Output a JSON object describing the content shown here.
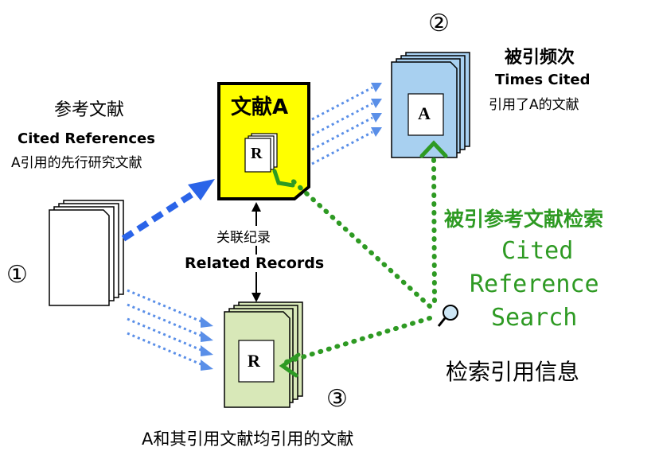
{
  "markers": {
    "one": "①",
    "two": "②",
    "three": "③"
  },
  "cited_refs": {
    "title": "参考文献",
    "english": "Cited References",
    "desc": "A引用的先行研究文献"
  },
  "doc_a": {
    "title": "文献A",
    "inner_letter": "R"
  },
  "times_cited": {
    "title": "被引频次",
    "english": "Times Cited",
    "desc": "引用了A的文献",
    "inner_letter": "A"
  },
  "related": {
    "chinese": "关联纪录",
    "english": "Related Records",
    "inner_letter": "R",
    "caption": "A和其引用文献均引用的文献"
  },
  "search": {
    "chinese": "被引参考文献检索",
    "english_line1": "Cited",
    "english_line2": "Reference",
    "english_line3": "Search",
    "caption": "检索引用信息"
  },
  "colors": {
    "yellow_doc": "#ffff00",
    "blue_stack": "#a8d0f0",
    "green_stack": "#d8e8b8",
    "blue_arrow": "#2b64e8",
    "green_dots": "#2e9a23"
  }
}
